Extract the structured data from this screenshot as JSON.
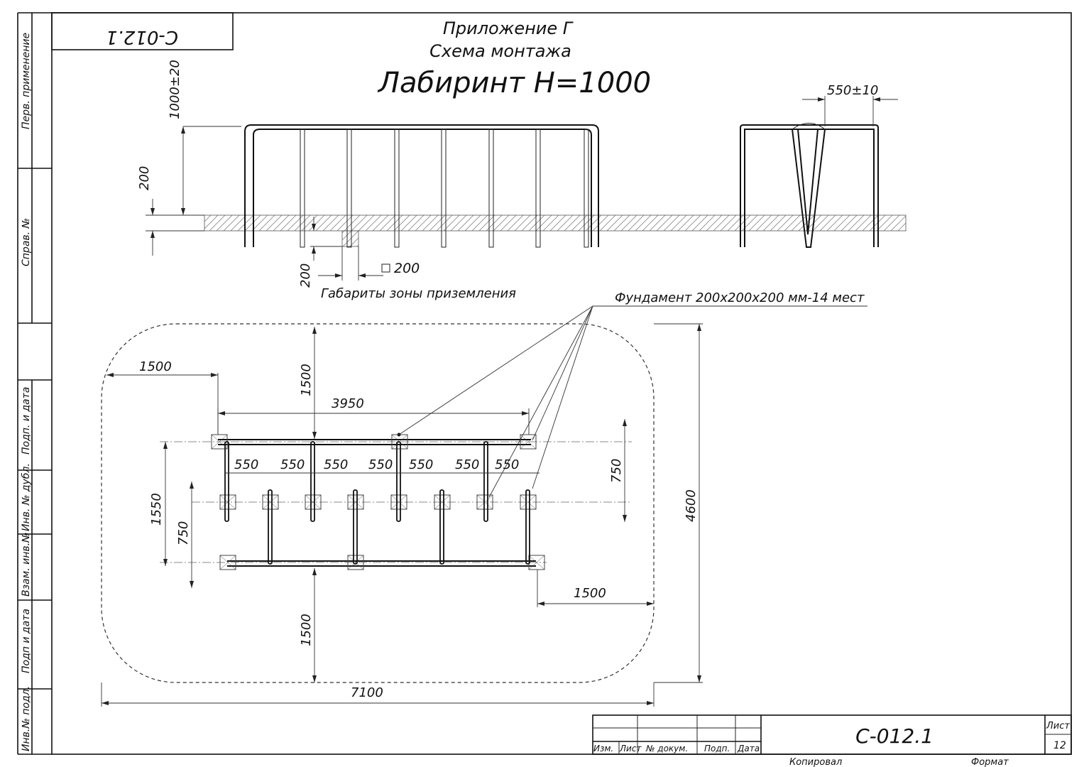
{
  "stamp": {
    "code_rotated": "С-012.1"
  },
  "header": {
    "appendix": "Приложение Г",
    "scheme": "Схема монтажа",
    "product": "Лабиринт Н=1000"
  },
  "side_labels": {
    "perv_primenenie": "Перв. применение",
    "sprav_no": "Справ. №",
    "podp_data_1": "Подп. и дата",
    "inv_dubl": "Инв. № дубл.",
    "vzam_inv": "Взам. инв.№",
    "podp_data_2": "Подп и дата",
    "inv_podl": "Инв.№ подл."
  },
  "elevation": {
    "dim_height": "1000±20",
    "dim_200_left": "200",
    "dim_200_found": "200",
    "found_square": "200",
    "landing_zone_label": "Габариты зоны приземления",
    "dim_width_side": "550±10"
  },
  "plan": {
    "foundation_label": "Фундамент 200х200х200 мм-14 мест",
    "dim_1500_left": "1500",
    "dim_1500_top": "1500",
    "dim_3950": "3950",
    "spacing": [
      "550",
      "550",
      "550",
      "550",
      "550",
      "550",
      "550"
    ],
    "dim_750_right": "750",
    "dim_1550": "1550",
    "dim_750_left": "750",
    "dim_4600": "4600",
    "dim_1500_right": "1500",
    "dim_1500_bottom": "1500",
    "dim_7100": "7100"
  },
  "title_block": {
    "col_izm_list": "Изм.",
    "col_list": "Лист",
    "col_dokum": "№ докум.",
    "col_podp": "Подп.",
    "col_data": "Дата",
    "doc_code": "С-012.1",
    "sheet_label": "Лист",
    "sheet_number": "12",
    "copied": "Копировал",
    "format": "Формат"
  }
}
